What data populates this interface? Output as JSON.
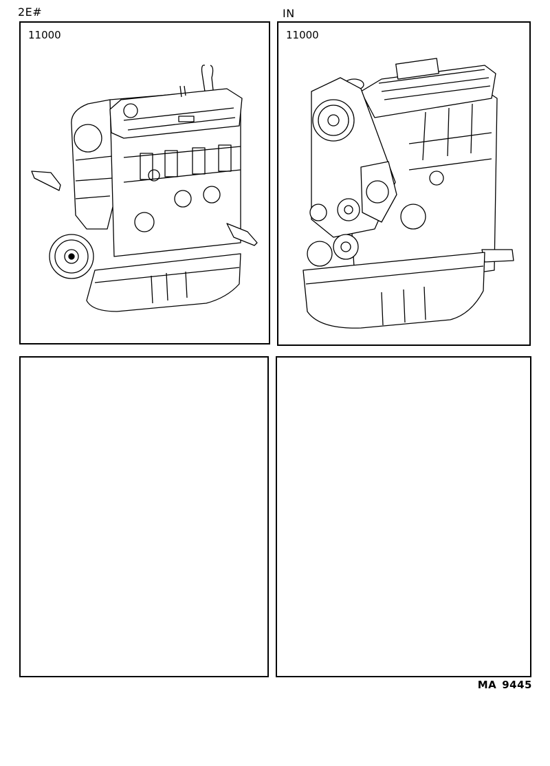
{
  "columns": {
    "left_header": "2E#",
    "right_header": "IN"
  },
  "panels": [
    {
      "part_number": "11000",
      "illustration": "engine-assembly-front-view"
    },
    {
      "part_number": "11000",
      "illustration": "engine-assembly-timing-side-view"
    },
    {
      "part_number": "",
      "illustration": ""
    },
    {
      "part_number": "",
      "illustration": ""
    }
  ],
  "footer": {
    "code_prefix": "MA",
    "code_number": "9445"
  }
}
